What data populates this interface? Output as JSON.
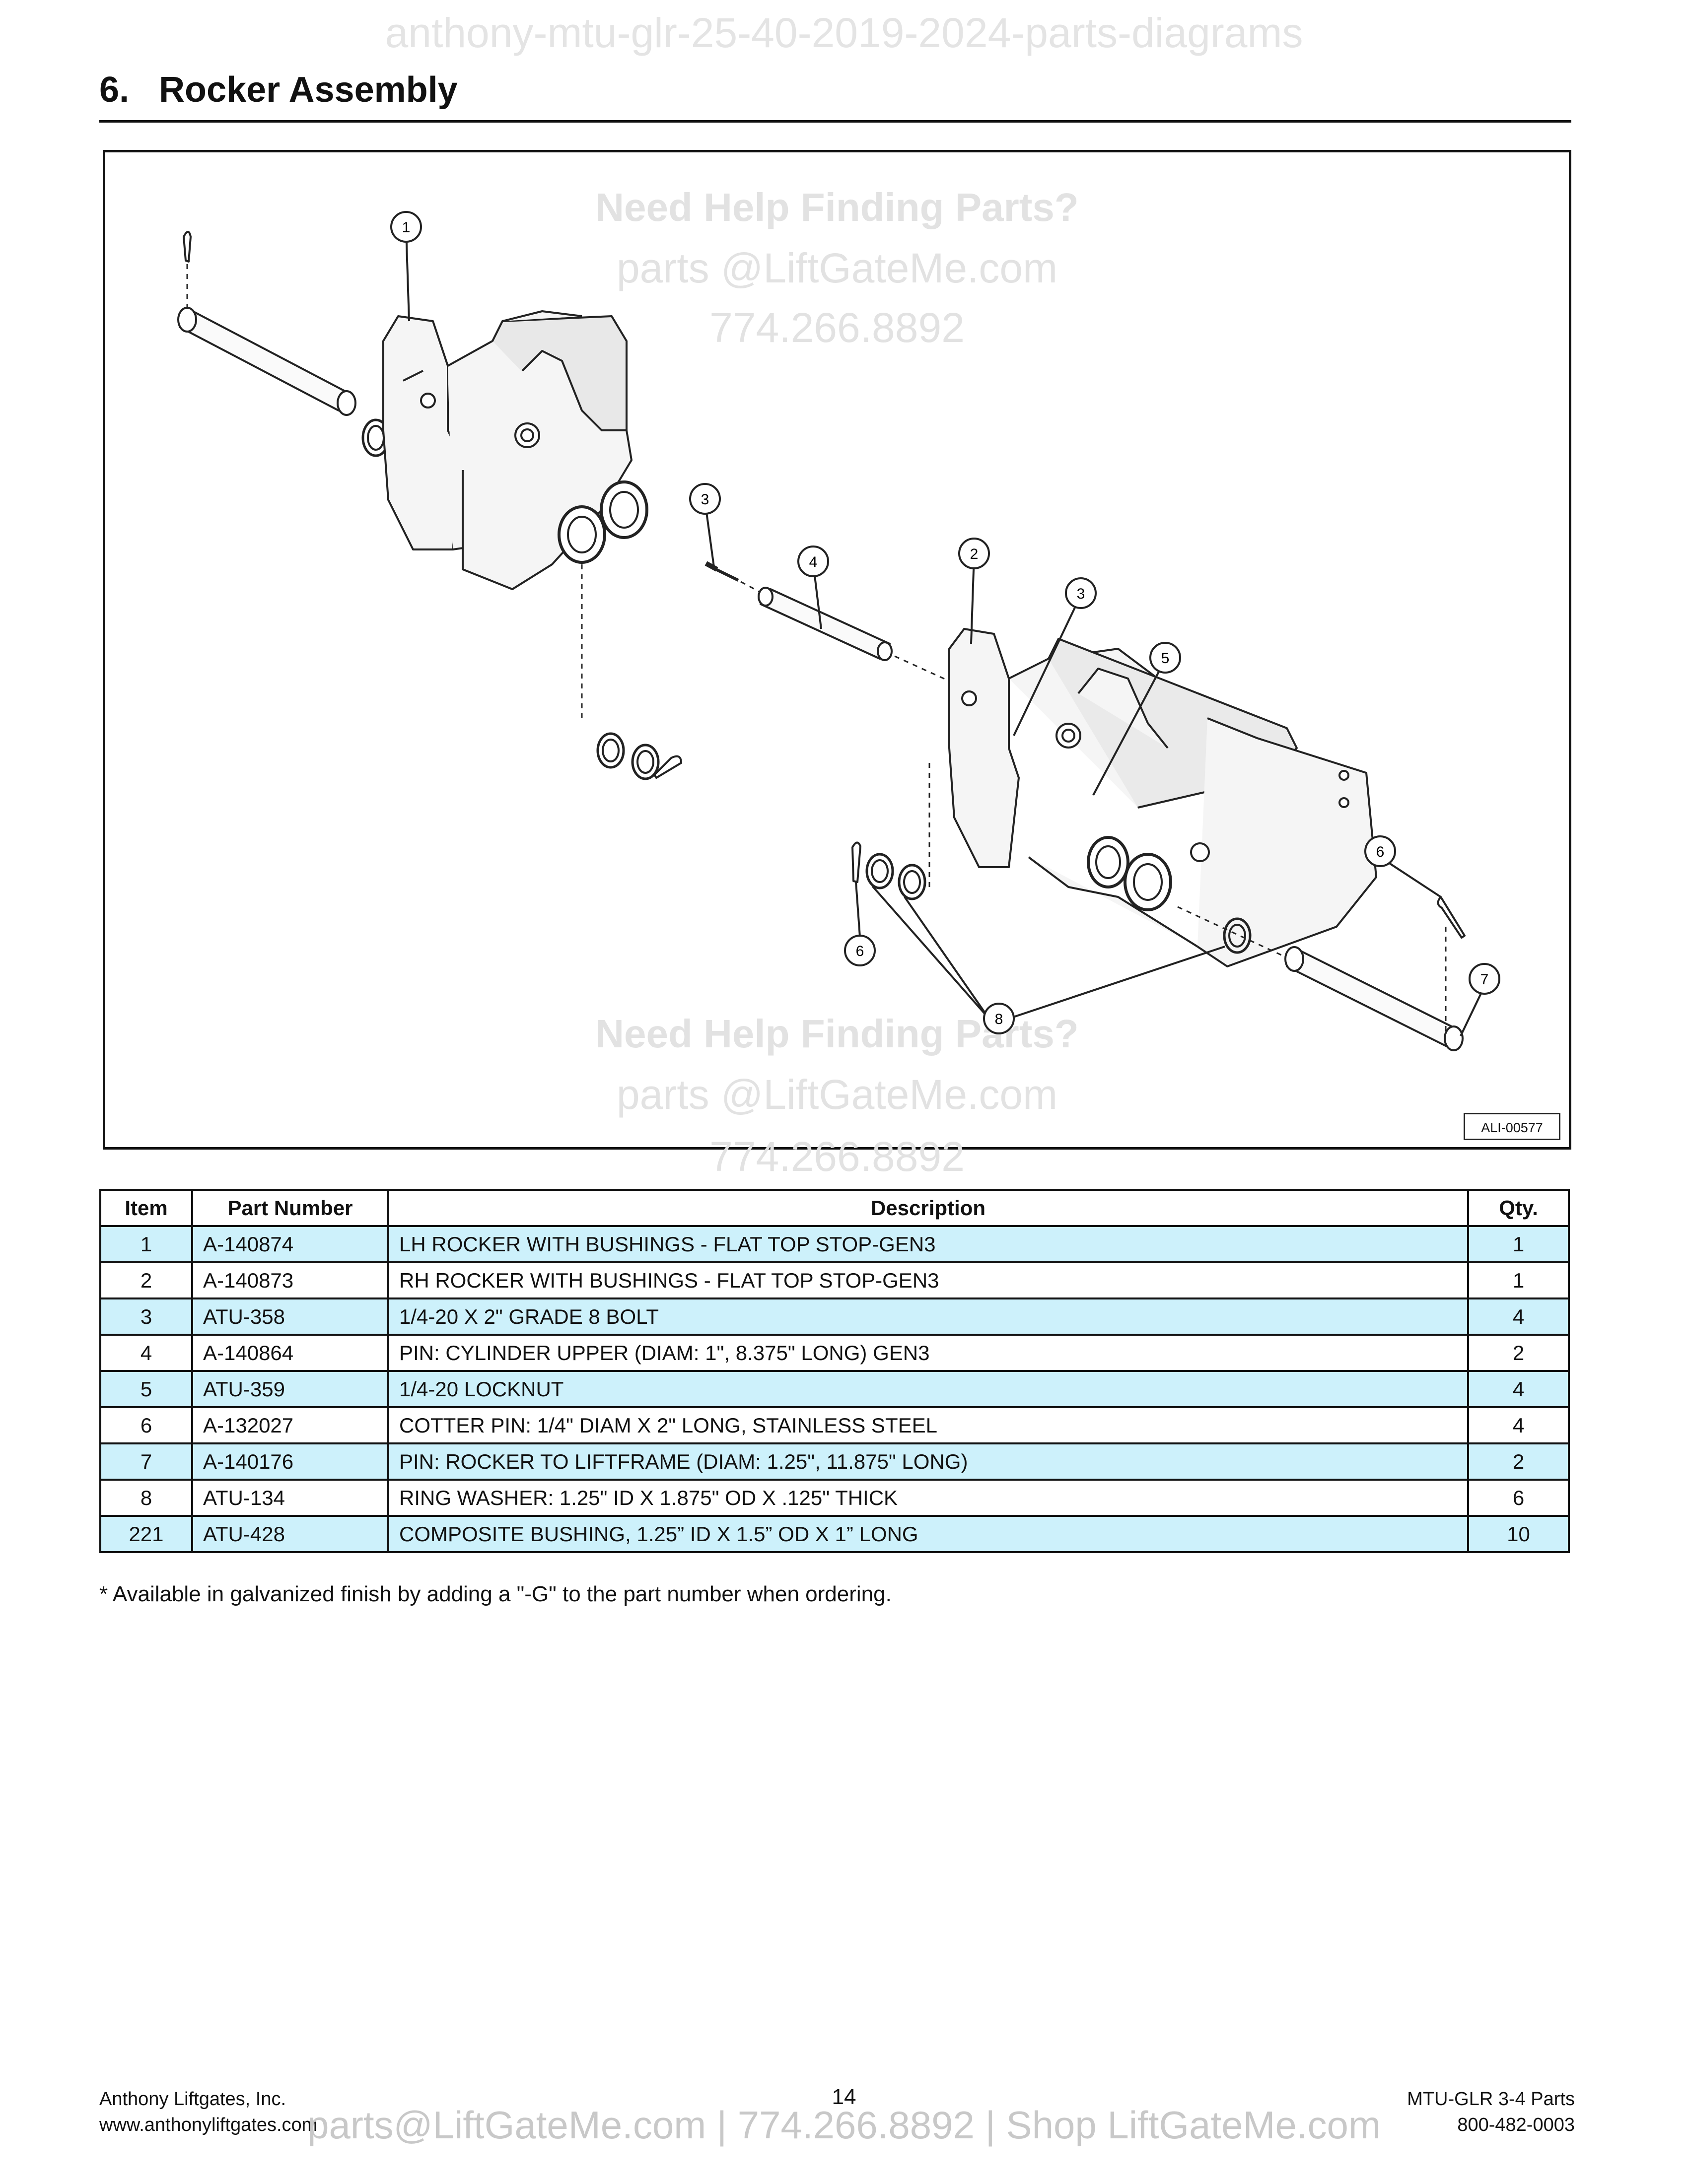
{
  "watermark_top": "anthony-mtu-glr-25-40-2019-2024-parts-diagrams",
  "section": {
    "number": "6.",
    "title": "Rocker Assembly"
  },
  "diagram": {
    "watermark_1": {
      "headline": "Need Help Finding Parts?",
      "email": "parts @LiftGateMe.com",
      "phone": "774.266.8892"
    },
    "watermark_2": {
      "headline": "Need Help Finding Parts?",
      "email": "parts @LiftGateMe.com",
      "phone": "774.266.8892"
    },
    "ref_code": "ALI-00577",
    "callouts": [
      "1",
      "2",
      "3",
      "3",
      "4",
      "5",
      "6",
      "6",
      "7",
      "8"
    ]
  },
  "table": {
    "headers": [
      "Item",
      "Part Number",
      "Description",
      "Qty."
    ],
    "rows": [
      {
        "item": "1",
        "part": "A-140874",
        "desc": "LH ROCKER WITH BUSHINGS - FLAT TOP STOP-GEN3",
        "qty": "1"
      },
      {
        "item": "2",
        "part": "A-140873",
        "desc": "RH ROCKER WITH BUSHINGS - FLAT TOP STOP-GEN3",
        "qty": "1"
      },
      {
        "item": "3",
        "part": "ATU-358",
        "desc": "1/4-20 X 2\" GRADE 8 BOLT",
        "qty": "4"
      },
      {
        "item": "4",
        "part": "A-140864",
        "desc": "PIN: CYLINDER UPPER (DIAM: 1\", 8.375\" LONG) GEN3",
        "qty": "2"
      },
      {
        "item": "5",
        "part": "ATU-359",
        "desc": "1/4-20 LOCKNUT",
        "qty": "4"
      },
      {
        "item": "6",
        "part": "A-132027",
        "desc": "COTTER PIN: 1/4\" DIAM X 2\" LONG, STAINLESS STEEL",
        "qty": "4"
      },
      {
        "item": "7",
        "part": "A-140176",
        "desc": "PIN: ROCKER TO LIFTFRAME (DIAM: 1.25\", 11.875\" LONG)",
        "qty": "2"
      },
      {
        "item": "8",
        "part": "ATU-134",
        "desc": "RING WASHER: 1.25\" ID X 1.875\" OD X .125\" THICK",
        "qty": "6"
      },
      {
        "item": "221",
        "part": "ATU-428",
        "desc": "COMPOSITE BUSHING, 1.25” ID X 1.5” OD X 1” LONG",
        "qty": "10"
      }
    ]
  },
  "note": "* Available in galvanized finish by adding a \"-G\" to the part number when ordering.",
  "footer": {
    "company": "Anthony Liftgates, Inc.",
    "website": "www.anthonyliftgates.com",
    "page": "14",
    "doc_title": "MTU-GLR 3-4 Parts",
    "phone": "800-482-0003",
    "watermark": "parts@LiftGateMe.com | 774.266.8892 | Shop LiftGateMe.com"
  }
}
